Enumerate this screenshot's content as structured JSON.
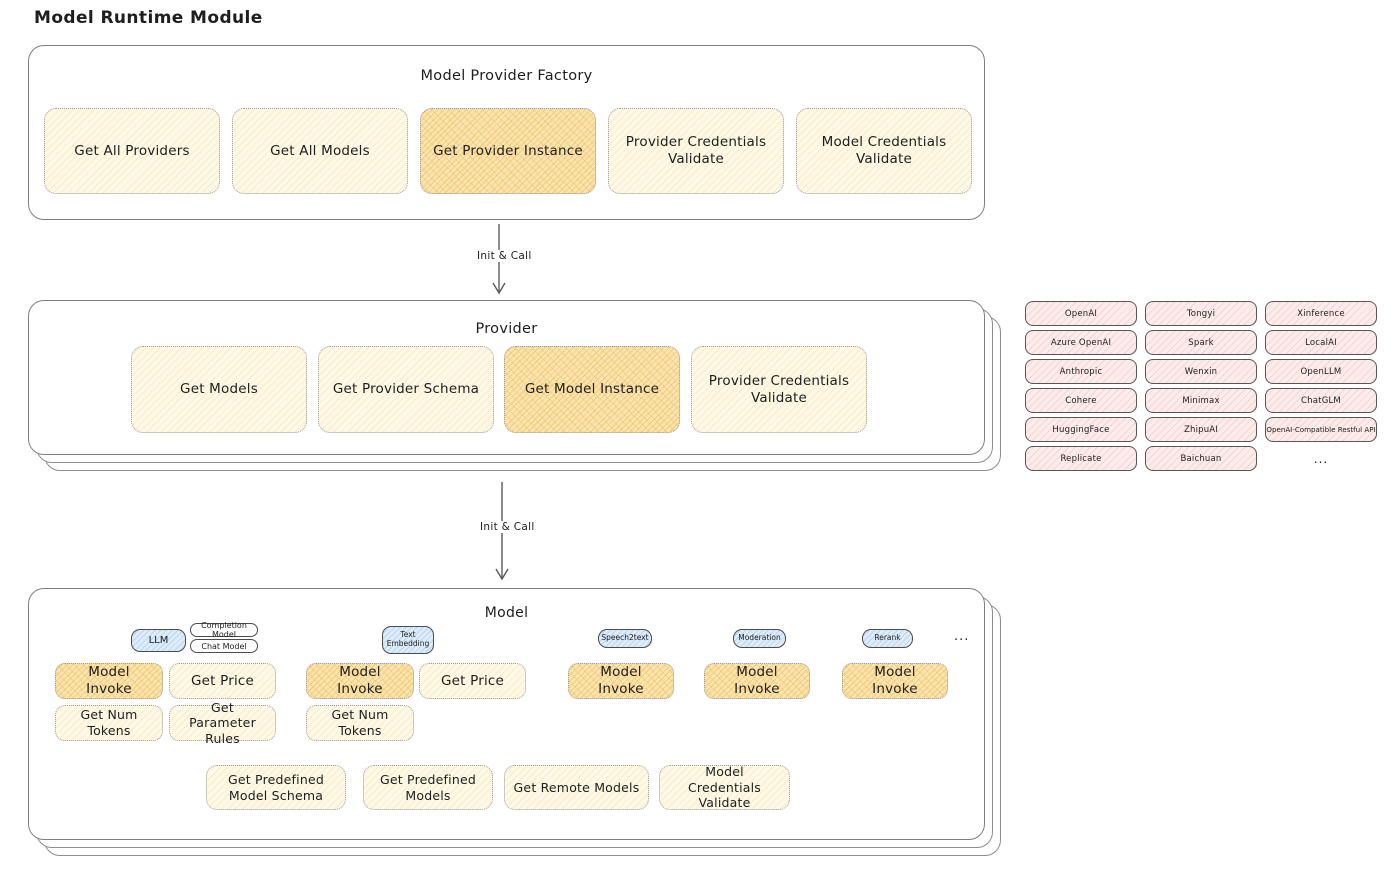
{
  "title": "Model Runtime Module",
  "colors": {
    "yellow_node_fill": "#fdf9e6",
    "highlight_node_fill": "#f9e5b0",
    "highlight_hatch": "#eea634",
    "pink_fill": "#fdecec",
    "blue_badge_fill": "#dcecf9",
    "box_border": "#7f7f7f",
    "text": "#1e1e1e"
  },
  "factory": {
    "title": "Model Provider Factory",
    "buttons": [
      "Get All Providers",
      "Get All Models",
      "Get Provider Instance",
      "Provider Credentials Validate",
      "Model Credentials Validate"
    ]
  },
  "arrow1": {
    "label": "Init & Call"
  },
  "provider": {
    "title": "Provider",
    "buttons": [
      "Get Models",
      "Get Provider Schema",
      "Get Model Instance",
      "Provider Credentials Validate"
    ]
  },
  "arrow2": {
    "label": "Init & Call"
  },
  "providers_grid": {
    "rows": [
      [
        "OpenAI",
        "Tongyi",
        "Xinference"
      ],
      [
        "Azure OpenAI",
        "Spark",
        "LocalAI"
      ],
      [
        "Anthropic",
        "Wenxin",
        "OpenLLM"
      ],
      [
        "Cohere",
        "Minimax",
        "ChatGLM"
      ],
      [
        "HuggingFace",
        "ZhipuAI",
        "OpenAI-Compatible Restful API"
      ],
      [
        "Replicate",
        "Baichuan"
      ]
    ],
    "more": "..."
  },
  "model": {
    "title": "Model",
    "badges": {
      "llm": "LLM",
      "completion": "Completion Model",
      "chat": "Chat Model",
      "text_embedding": "Text Embedding",
      "speech2text": "Speech2text",
      "moderation": "Moderation",
      "rerank": "Rerank",
      "more": "..."
    },
    "llm_buttons": [
      "Model Invoke",
      "Get Price",
      "Get Num Tokens",
      "Get Parameter Rules"
    ],
    "embedding_buttons": [
      "Model Invoke",
      "Get Price",
      "Get Num Tokens"
    ],
    "speech2text_buttons": [
      "Model Invoke"
    ],
    "moderation_buttons": [
      "Model Invoke"
    ],
    "rerank_buttons": [
      "Model Invoke"
    ],
    "bottom_buttons": [
      "Get Predefined Model Schema",
      "Get Predefined Models",
      "Get Remote Models",
      "Model Credentials Validate"
    ]
  }
}
